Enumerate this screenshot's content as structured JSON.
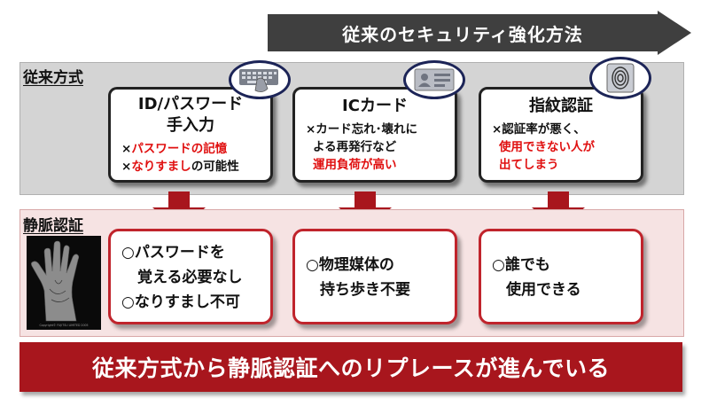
{
  "banner": {
    "text": "従来のセキュリティ強化方法"
  },
  "conventional": {
    "label": "従来方式",
    "cards": [
      {
        "title_lines": [
          "ID/パスワード",
          "手入力"
        ],
        "notes": [
          {
            "prefix": "×",
            "highlight": "パスワードの記憶",
            "suffix": ""
          },
          {
            "prefix": "×",
            "highlight": "なりすまし",
            "suffix": "の可能性"
          }
        ],
        "icon": "keyboard-hand-icon"
      },
      {
        "title_lines": [
          "ICカード"
        ],
        "notes": [
          {
            "text": "×カード忘れ･壊れに"
          },
          {
            "text": "よる再発行など"
          },
          {
            "highlight": "運用負荷が高い"
          }
        ],
        "icon": "id-card-icon"
      },
      {
        "title_lines": [
          "指紋認証"
        ],
        "notes": [
          {
            "text": "×認証率が悪く、"
          },
          {
            "highlight": "使用できない人が"
          },
          {
            "highlight": "出てしまう"
          }
        ],
        "icon": "fingerprint-icon"
      }
    ]
  },
  "vein": {
    "label": "静脈認証",
    "image_caption": "Copyright© FUJITSU LIMITED 2005",
    "cards": [
      {
        "lines": [
          "○パスワードを",
          "覚える必要なし",
          "○なりすまし不可"
        ]
      },
      {
        "lines": [
          "○物理媒体の",
          "持ち歩き不要"
        ]
      },
      {
        "lines": [
          "○誰でも",
          "使用できる"
        ]
      }
    ]
  },
  "bottom": {
    "text": "従来方式から静脈認証へのリプレースが進んでいる"
  },
  "colors": {
    "banner": "#3f3f3f",
    "accent_red": "#c0242c",
    "highlight_red": "#e01010",
    "icon_navy": "#1c2457"
  }
}
